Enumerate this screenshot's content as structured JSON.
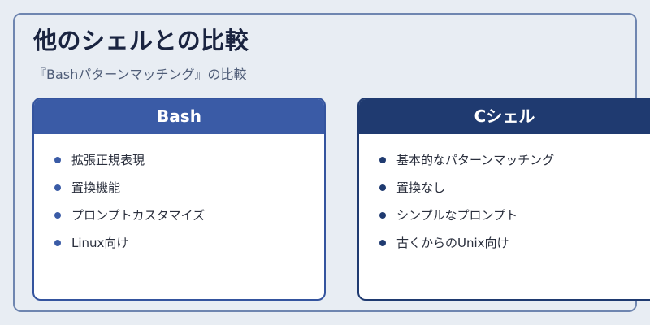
{
  "title": "他のシェルとの比較",
  "subtitle": "『Bashパターンマッチング』の比較",
  "cards": [
    {
      "header": "Bash",
      "items": [
        "拡張正規表現",
        "置換機能",
        "プロンプトカスタマイズ",
        "Linux向け"
      ]
    },
    {
      "header": "Cシェル",
      "items": [
        "基本的なパターンマッチング",
        "置換なし",
        "シンプルなプロンプト",
        "古くからのUnix向け"
      ]
    }
  ],
  "colors": {
    "bash_accent": "#3a5ba6",
    "csh_accent": "#1f3a70",
    "frame_border": "#6f86b0",
    "background": "#e8edf3"
  }
}
